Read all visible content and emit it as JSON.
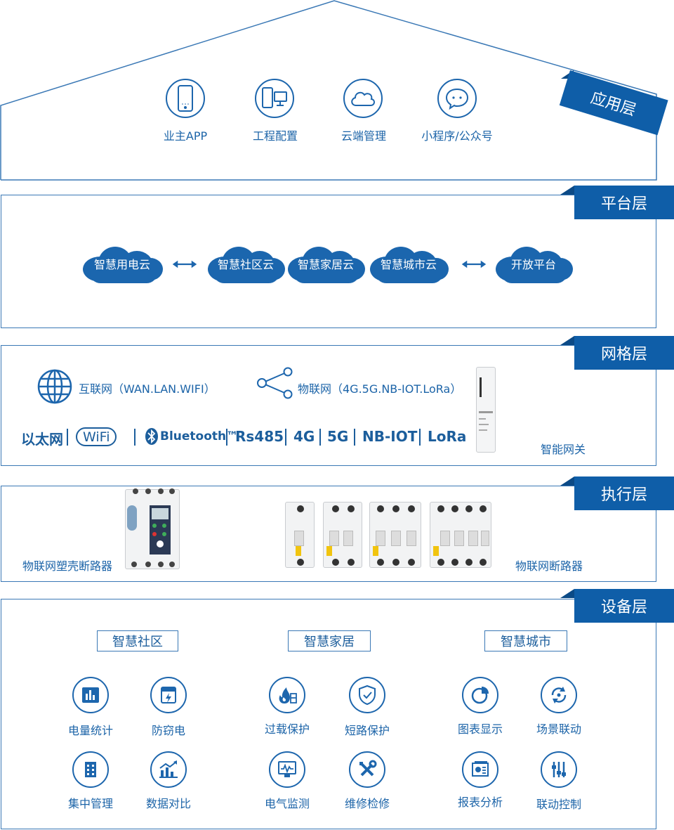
{
  "layers": {
    "application": {
      "tag": "应用层"
    },
    "platform": {
      "tag": "平台层"
    },
    "network": {
      "tag": "网格层"
    },
    "execution": {
      "tag": "执行层"
    },
    "device": {
      "tag": "设备层"
    }
  },
  "application": {
    "items": [
      {
        "label": "业主APP",
        "icon": "smartphone-icon"
      },
      {
        "label": "工程配置",
        "icon": "phone-monitor-icon"
      },
      {
        "label": "云端管理",
        "icon": "cloud-icon"
      },
      {
        "label": "小程序/公众号",
        "icon": "chat-bubble-icon"
      }
    ]
  },
  "platform": {
    "clouds": [
      "智慧用电云",
      "智慧社区云",
      "智慧家居云",
      "智慧城市云",
      "开放平台"
    ]
  },
  "network": {
    "internet_label": "互联网（WAN.LAN.WIFI）",
    "iot_label": "物联网（4G.5G.NB-IOT.LoRa）",
    "protocols": [
      "以太网",
      "WiFi",
      "Bluetooth™",
      "Rs485",
      "4G",
      "5G",
      "NB-IOT",
      "LoRa"
    ],
    "gateway_label": "智能网关"
  },
  "execution": {
    "mccb_label": "物联网塑壳断路器",
    "mcb_label": "物联网断路器"
  },
  "devices": {
    "groups": [
      {
        "title": "智慧社区",
        "items": [
          "电量统计",
          "防窃电",
          "集中管理",
          "数据对比"
        ]
      },
      {
        "title": "智慧家居",
        "items": [
          "过载保护",
          "短路保护",
          "电气监测",
          "维修检修"
        ]
      },
      {
        "title": "智慧城市",
        "items": [
          "图表显示",
          "场景联动",
          "报表分析",
          "联动控制"
        ]
      }
    ]
  },
  "colors": {
    "accent": "#0f5ea8",
    "line": "#3a78b5",
    "text": "#1c5e9c"
  }
}
